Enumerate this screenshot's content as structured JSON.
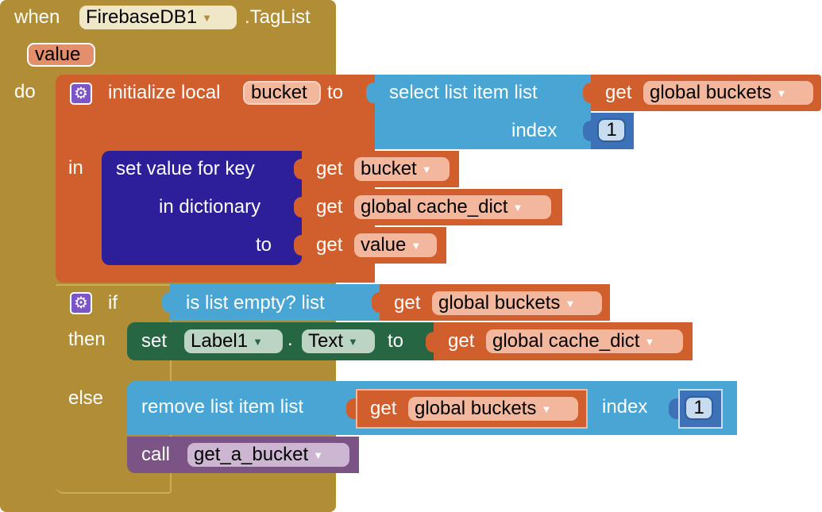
{
  "event": {
    "when": "when",
    "component": "FirebaseDB1",
    "event_name": ".TagList",
    "param": "value",
    "do": "do"
  },
  "init_local": {
    "label": "initialize local",
    "var_name": "bucket",
    "to": "to",
    "in": "in"
  },
  "select_item": {
    "label": "select list item  list",
    "index_label": "index",
    "get": "get",
    "list_var": "global buckets",
    "index_value": "1"
  },
  "set_value": {
    "label": "set value for key",
    "dict_label": "in dictionary",
    "to_label": "to",
    "key_get": "get",
    "key_var": "bucket",
    "dict_get": "get",
    "dict_var": "global cache_dict",
    "val_get": "get",
    "val_var": "value"
  },
  "if_block": {
    "if": "if",
    "then": "then",
    "else": "else",
    "cond_label": "is list empty?  list",
    "cond_get": "get",
    "cond_var": "global buckets"
  },
  "set_label": {
    "set": "set",
    "component": "Label1",
    "dot": ".",
    "property": "Text",
    "to": "to",
    "get": "get",
    "var": "global cache_dict"
  },
  "remove_item": {
    "label": "remove list item  list",
    "get": "get",
    "var": "global buckets",
    "index_label": "index",
    "index_value": "1"
  },
  "call": {
    "label": "call",
    "procedure": "get_a_bucket"
  },
  "colors": {
    "event": "#b18e35",
    "variable": "#d05f2d",
    "list": "#49a6d4",
    "dictionary": "#2d1f99",
    "component_set": "#266643",
    "procedure": "#7c5385"
  }
}
